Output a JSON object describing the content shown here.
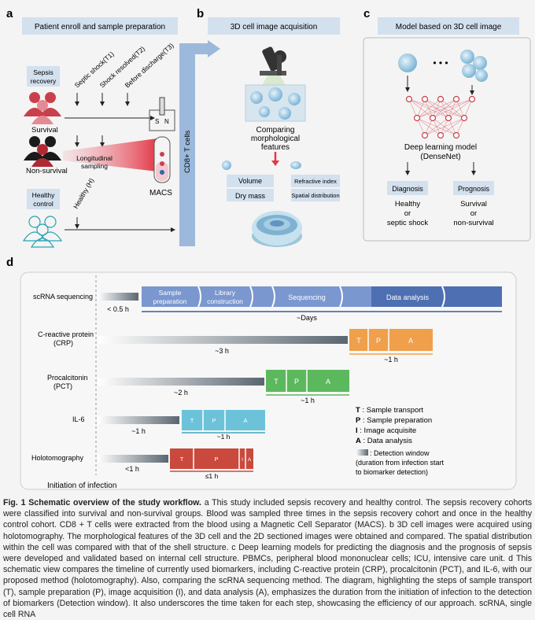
{
  "panels": {
    "a": {
      "letter": "a",
      "header": "Patient enroll and sample preparation",
      "sepsis_recovery_box": "Sepsis\nrecovery",
      "timepoints": [
        "Septic shock(T1)",
        "Shock resolved(T2)",
        "Before discharge(T3)"
      ],
      "survival_label": "Survival",
      "non_survival_label": "Non-survival",
      "longitudinal_label": "Longitudinal\nsampling",
      "healthy_box": "Healthy\ncontrol",
      "healthy_h_label": "Healthy (H)",
      "macs_label": "MACS",
      "tube_s": "S",
      "tube_n": "N",
      "cd8_label": "CD8+ T cells"
    },
    "b": {
      "letter": "b",
      "header": "3D cell image acquisition",
      "comparing_label": "Comparing\nmorphological\nfeatures",
      "features": [
        "Volume",
        "Dry mass",
        "Refractive index",
        "Spatial distribution"
      ]
    },
    "c": {
      "letter": "c",
      "header": "Model based on 3D cell image",
      "dots": "• • •",
      "model_label": "Deep learning model\n(DenseNet)",
      "diagnosis_box": "Diagnosis",
      "prognosis_box": "Prognosis",
      "diagnosis_out": "Healthy\nor\nseptic shock",
      "prognosis_out": "Survival\nor\nnon-survival"
    },
    "d": {
      "letter": "d",
      "rows": [
        {
          "label": "scRNA sequencing",
          "window": "< 0.5 h",
          "span": "~Days",
          "steps": [
            "Sample\npreparation",
            "Library\nconstruction",
            "Sequencing",
            "Data analysis"
          ]
        },
        {
          "label": "C-reactive protein\n(CRP)",
          "window": "~3 h",
          "span": "~1 h",
          "steps": [
            "T",
            "P",
            "A"
          ]
        },
        {
          "label": "Procalcitonin\n(PCT)",
          "window": "~2 h",
          "span": "~1 h",
          "steps": [
            "T",
            "P",
            "A"
          ]
        },
        {
          "label": "IL-6",
          "window": "~1 h",
          "span": "~1 h",
          "steps": [
            "T",
            "P",
            "A"
          ]
        },
        {
          "label": "Holotomography",
          "window": "<1 h",
          "span": "≤1 h",
          "steps": [
            "T",
            "P",
            "I",
            "A"
          ]
        }
      ],
      "legend": [
        {
          "key": "T",
          "text": " : Sample transport"
        },
        {
          "key": "P",
          "text": " : Sample preparation"
        },
        {
          "key": "I",
          "text": " : Image acquisite"
        },
        {
          "key": "A",
          "text": " : Data analysis"
        }
      ],
      "legend_window": ": Detection window\n(duration from infection start\nto biomarker detection)",
      "initiation_label": "Initiation of infection",
      "colors": {
        "scrna": "#7b97cf",
        "scrna_dark": "#4f6fb3",
        "crp": "#f0a04b",
        "pct": "#5cb85c",
        "il6": "#6cc3d9",
        "holo": "#c94a3c"
      }
    }
  },
  "caption": {
    "title": "Fig. 1 Schematic overview of the study workflow.",
    "text": " a This study included sepsis recovery and healthy control. The sepsis recovery cohorts were classified into survival and non-survival groups. Blood was sampled three times in the sepsis recovery cohort and once in the healthy control cohort. CD8 + T cells were extracted from the blood using a Magnetic Cell Separator (MACS). b 3D cell images were acquired using holotomography. The morphological features of the 3D cell and the 2D sectioned images were obtained and compared. The spatial distribution within the cell was compared with that of the shell structure. c Deep learning models for predicting the diagnosis and the prognosis of sepsis were developed and validated based on internal cell structure. PBMCs, peripheral blood mononuclear cells; ICU, intensive care unit. d This schematic view compares the timeline of currently used biomarkers, including C-reactive protein (CRP), procalcitonin (PCT), and IL-6, with our proposed method (holotomography). Also, comparing the scRNA sequencing method. The diagram, highlighting the steps of sample transport (T), sample preparation (P), image acquisition (I), and data analysis (A), emphasizes the duration from the initiation of infection to the detection of biomarkers (Detection window). It also underscores the time taken for each step, showcasing the efficiency of our approach. scRNA, single cell RNA"
  }
}
